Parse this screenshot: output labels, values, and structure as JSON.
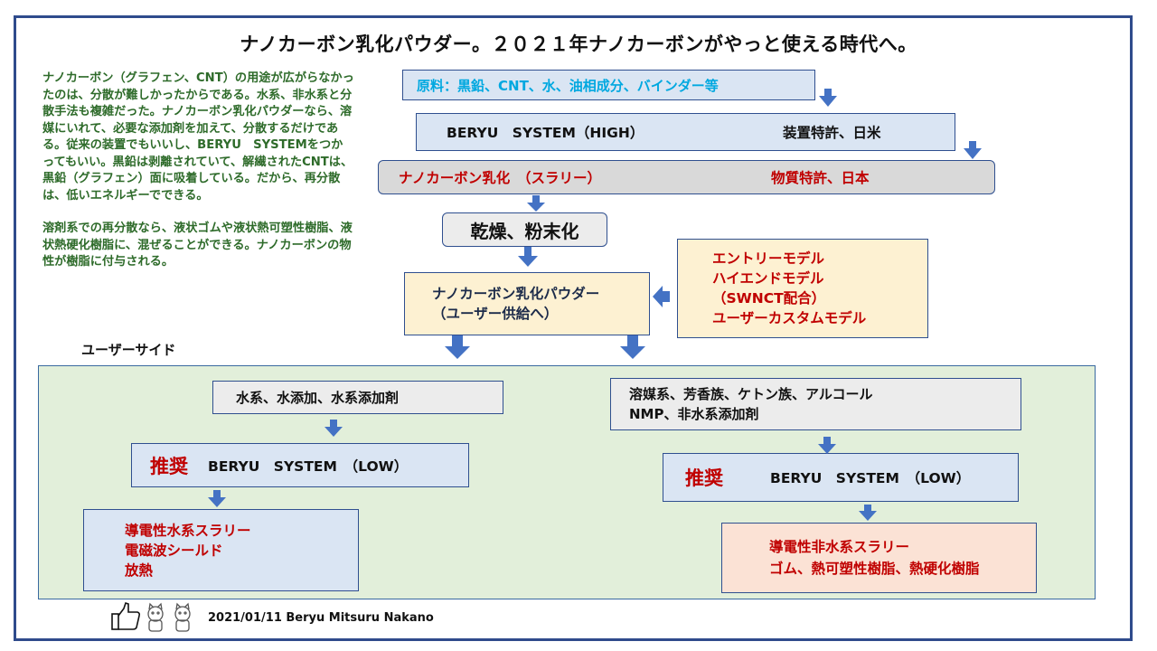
{
  "title": "ナノカーボン乳化パウダー。２０２１年ナノカーボンがやっと使える時代へ。",
  "description": {
    "para1": "ナノカーボン（グラフェン、CNT）の用途が広がらなかったのは、分散が難しかったからである。水系、非水系と分散手法も複雑だった。ナノカーボン乳化パウダーなら、溶媒にいれて、必要な添加剤を加えて、分散するだけである。従来の装置でもいいし、BERYU　SYSTEMをつかってもいい。黒鉛は剥離されていて、解繊されたCNTは、黒鉛（グラフェン）面に吸着している。だから、再分散は、低いエネルギーでできる。",
    "para2": "溶剤系での再分散なら、液状ゴムや液状熱可塑性樹脂、液状熱硬化樹脂に、混ぜることができる。ナノカーボンの物性が樹脂に付与される。"
  },
  "flow": {
    "raw": "原料：黒鉛、CNT、水、油相成分、バインダー等",
    "system_high": "BERYU　SYSTEM（HIGH）",
    "patent_device": "装置特許、日米",
    "slurry": "ナノカーボン乳化　（スラリー）",
    "patent_material": "物質特許、日本",
    "dry": "乾燥、粉末化",
    "powder_line1": "ナノカーボン乳化パウダー",
    "powder_line2": "（ユーザー供給へ）",
    "models": [
      "エントリーモデル",
      "ハイエンドモデル",
      "（SWNCT配合）",
      "ユーザーカスタムモデル"
    ]
  },
  "user_side": {
    "label": "ユーザーサイド",
    "left": {
      "input": "水系、水添加、水系添加剤",
      "recommend": "推奨",
      "system": "BERYU　SYSTEM　（LOW）",
      "outputs": [
        "導電性水系スラリー",
        "電磁波シールド",
        "放熱"
      ]
    },
    "right": {
      "input_line1": "溶媒系、芳香族、ケトン族、アルコール",
      "input_line2": "NMP、非水系添加剤",
      "recommend": "推奨",
      "system": "BERYU　SYSTEM　（LOW）",
      "outputs": [
        "導電性非水系スラリー",
        "ゴム、熱可塑性樹脂、熱硬化樹脂"
      ]
    }
  },
  "footer": "2021/01/11 Beryu Mitsuru Nakano",
  "colors": {
    "frame": "#2f4b8c",
    "arrow": "#4472c4",
    "recommend": "#c00000",
    "raw_text": "#00a8e0"
  }
}
